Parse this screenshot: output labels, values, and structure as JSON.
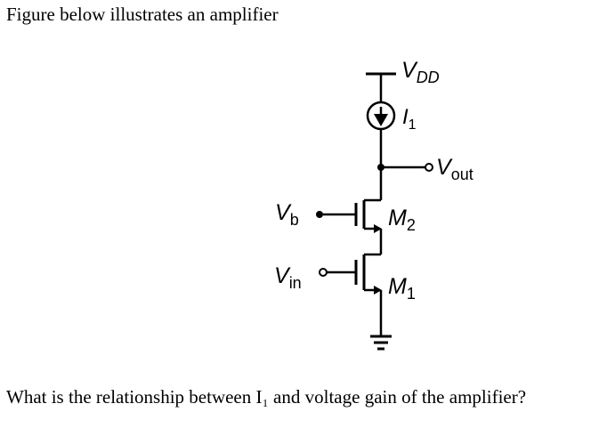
{
  "intro_text": "Figure below illustrates an amplifier",
  "question_text": "What is the relationship between I₁ and voltage gain of the amplifier?",
  "circuit": {
    "supply": {
      "main": "V",
      "sub": "DD"
    },
    "current_source": {
      "main": "I",
      "sub": "1"
    },
    "output": {
      "main": "V",
      "sub": "out"
    },
    "bias": {
      "main": "V",
      "sub": "b"
    },
    "input": {
      "main": "V",
      "sub": "in"
    },
    "transistor_top": {
      "main": "M",
      "sub": "2"
    },
    "transistor_bottom": {
      "main": "M",
      "sub": "1"
    }
  }
}
